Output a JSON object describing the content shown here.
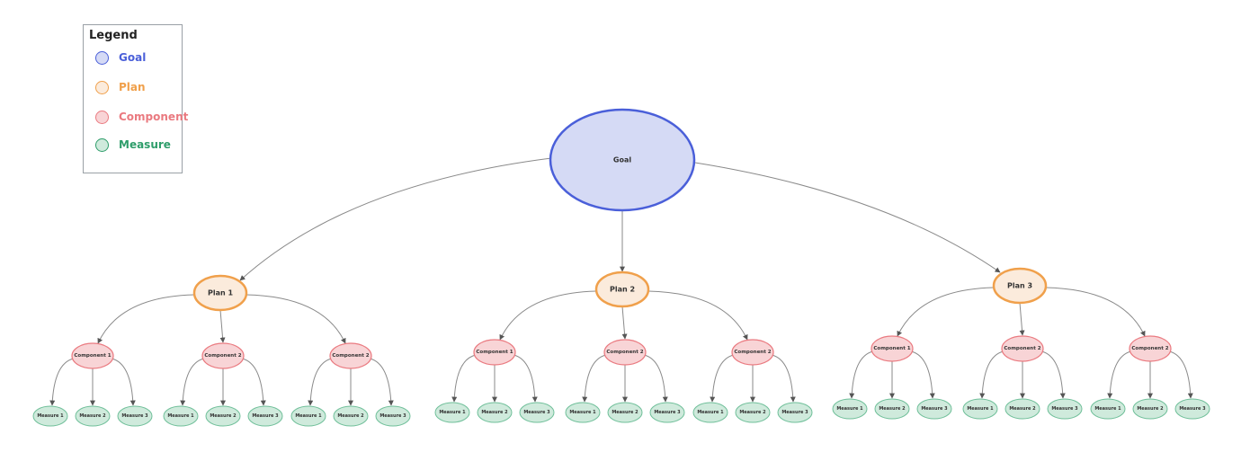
{
  "legend": {
    "title": "Legend",
    "items": [
      {
        "label": "Goal",
        "fill": "#d5daf5",
        "stroke": "#4a5fd9",
        "text_color": "#4a5fd9"
      },
      {
        "label": "Plan",
        "fill": "#fbebdc",
        "stroke": "#f0a04b",
        "text_color": "#f0a04b"
      },
      {
        "label": "Component",
        "fill": "#f8d4d6",
        "stroke": "#ea7a80",
        "text_color": "#ea7a80"
      },
      {
        "label": "Measure",
        "fill": "#cfeadc",
        "stroke": "#2e9d6a",
        "text_color": "#2e9d6a"
      }
    ]
  },
  "tree": {
    "goal": {
      "label": "Goal"
    },
    "plans": [
      {
        "label": "Plan 1",
        "components": [
          {
            "label": "Component 1",
            "measures": [
              "Measure 1",
              "Measure 2",
              "Measure 3"
            ]
          },
          {
            "label": "Component 2",
            "measures": [
              "Measure 1",
              "Measure 2",
              "Measure 3"
            ]
          },
          {
            "label": "Component 2",
            "measures": [
              "Measure 1",
              "Measure 2",
              "Measure 3"
            ]
          }
        ]
      },
      {
        "label": "Plan 2",
        "components": [
          {
            "label": "Component 1",
            "measures": [
              "Measure 1",
              "Measure 2",
              "Measure 3"
            ]
          },
          {
            "label": "Component 2",
            "measures": [
              "Measure 1",
              "Measure 2",
              "Measure 3"
            ]
          },
          {
            "label": "Component 2",
            "measures": [
              "Measure 1",
              "Measure 2",
              "Measure 3"
            ]
          }
        ]
      },
      {
        "label": "Plan 3",
        "components": [
          {
            "label": "Component 1",
            "measures": [
              "Measure 1",
              "Measure 2",
              "Measure 3"
            ]
          },
          {
            "label": "Component 2",
            "measures": [
              "Measure 1",
              "Measure 2",
              "Measure 3"
            ]
          },
          {
            "label": "Component 2",
            "measures": [
              "Measure 1",
              "Measure 2",
              "Measure 3"
            ]
          }
        ]
      }
    ]
  },
  "colors": {
    "edge": "#8a8a8a",
    "goal_fill": "#d5daf5",
    "goal_stroke": "#4a5fd9",
    "plan_fill": "#fbebdc",
    "plan_stroke": "#f0a04b",
    "component_fill": "#f8d4d6",
    "component_stroke": "#ea7a80",
    "measure_fill": "#cfeadc",
    "measure_stroke": "#6fbf99"
  }
}
